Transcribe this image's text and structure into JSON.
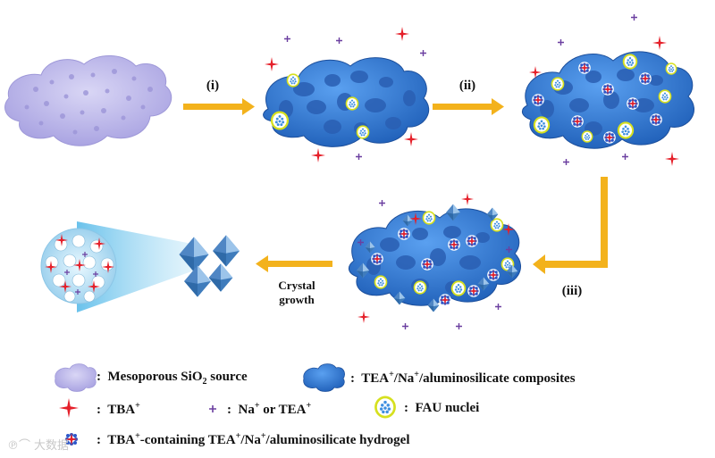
{
  "steps": {
    "i": "(i)",
    "ii": "(ii)",
    "iii": "(iii)",
    "growth_line1": "Crystal",
    "growth_line2": "growth"
  },
  "legend": {
    "separator": ":",
    "mesoporous": "Mesoporous SiO",
    "mesoporous_sub": "2",
    "mesoporous_suffix": " source",
    "composites_a": "TEA",
    "composites_b": "/Na",
    "composites_c": "/aluminosilicate  composites",
    "tba": "TBA",
    "na_a": "Na",
    "na_b": " or TEA",
    "fau": "FAU nuclei",
    "hydrogel_a": "TBA",
    "hydrogel_b": "-containing TEA",
    "hydrogel_c": "/Na",
    "hydrogel_d": "/aluminosilicate  hydrogel",
    "plus": "+"
  },
  "watermark": "大数据",
  "colors": {
    "arrow": "#f3b21c",
    "tba": "#e5202a",
    "na": "#6b3fa0",
    "silica": "#c9c5ee",
    "composite": "#3f7fd6",
    "fau_ring": "#d6e01f"
  }
}
